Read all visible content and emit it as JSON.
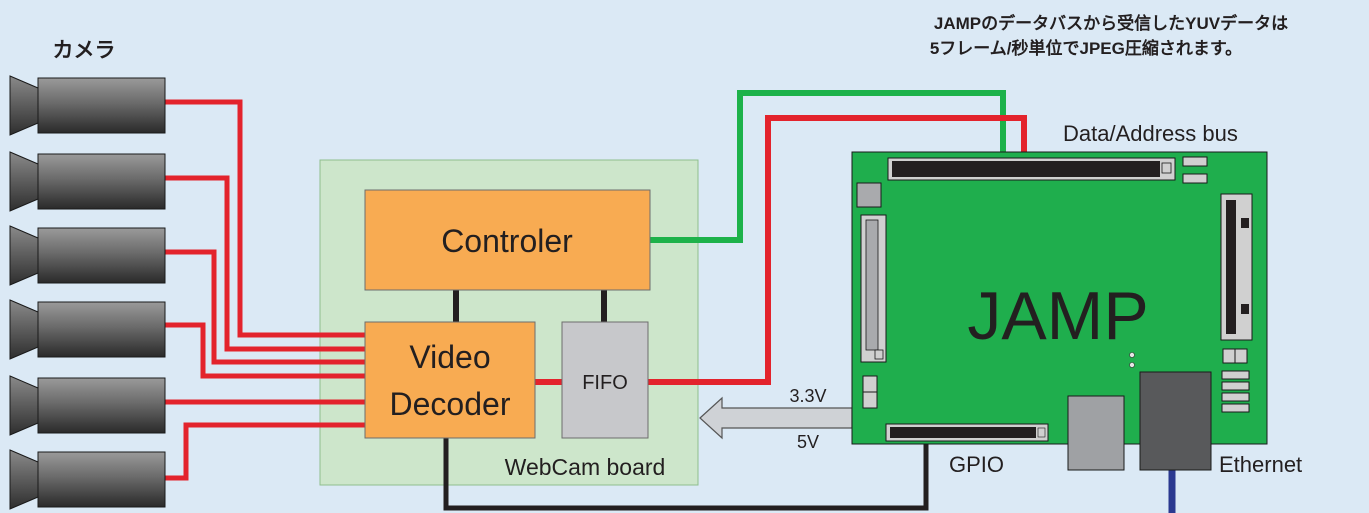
{
  "title": {
    "line1": "JAMPのデータバスから受信したYUVデータは",
    "line2": "5フレーム/秒単位でJPEG圧縮されます。"
  },
  "cameras_label": "カメラ",
  "camera_count": 6,
  "blocks": {
    "controller": "Controler",
    "video_decoder_line1": "Video",
    "video_decoder_line2": "Decoder",
    "fifo": "FIFO",
    "webcam_board": "WebCam board",
    "jamp": "JAMP"
  },
  "labels": {
    "data_bus": "Data/Address bus",
    "gpio": "GPIO",
    "ethernet": "Ethernet",
    "v33": "3.3V",
    "v5": "5V"
  },
  "colors": {
    "background": "#dbe9f5",
    "board": "#cde6cb",
    "block_orange": "#f8ab52",
    "fifo_gray": "#c7c8cb",
    "jamp_green": "#1fae4d",
    "red_wire": "#e3232c",
    "green_wire": "#1db24a",
    "black_wire": "#231f20"
  }
}
